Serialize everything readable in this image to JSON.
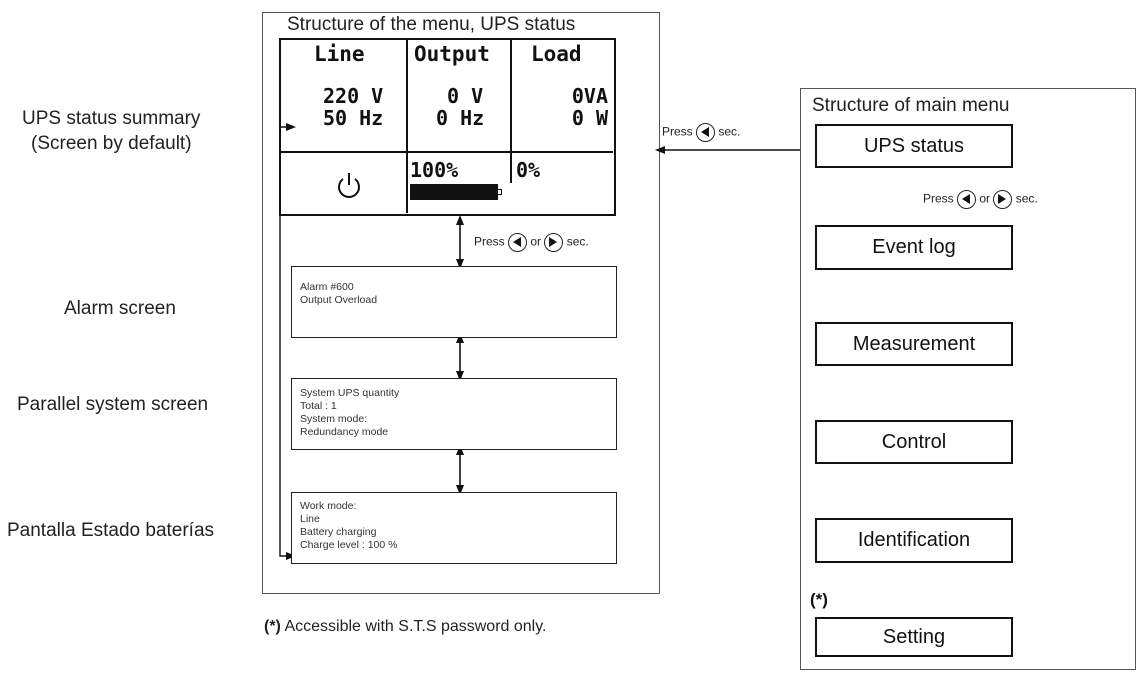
{
  "left_labels": {
    "status_summary_line1": "UPS status summary",
    "status_summary_line2": "(Screen by default)",
    "alarm": "Alarm screen",
    "parallel": "Parallel system screen",
    "battery": "Pantalla Estado baterías"
  },
  "left_panel": {
    "title": "Structure of the menu, UPS status",
    "lcd": {
      "headers": [
        "Line",
        "Output",
        "Load"
      ],
      "line_voltage": "220  V",
      "line_freq": "50 Hz",
      "output_voltage": "0  V",
      "output_freq": "0 Hz",
      "load_va": "0VA",
      "load_w": "0 W",
      "battery_percent": "100%",
      "load_percent": "0%",
      "battery_level": 1.0
    },
    "press_hint": {
      "prefix": "Press",
      "middle": "or",
      "suffix": "sec."
    },
    "alarm_screen": [
      "Alarm #600",
      "Output Overload"
    ],
    "parallel_screen": [
      "System UPS quantity",
      "Total : 1",
      "System mode:",
      "Redundancy mode"
    ],
    "battery_screen": [
      "Work mode:",
      "Line",
      "Battery charging",
      "Charge level : 100 %"
    ]
  },
  "link_hint": {
    "prefix": "Press",
    "suffix": "sec."
  },
  "right_panel": {
    "title": "Structure of main menu",
    "items": [
      "UPS status",
      "Event log",
      "Measurement",
      "Control",
      "Identification",
      "Setting"
    ],
    "press_hint": {
      "prefix": "Press",
      "middle": "or",
      "suffix": "sec."
    },
    "asterisk": "(*)"
  },
  "footnote": {
    "mark": "(*)",
    "text": " Accessible with S.T.S password only."
  },
  "icons": [
    "power-icon",
    "battery-icon",
    "left-arrow-key-icon",
    "right-arrow-key-icon"
  ]
}
